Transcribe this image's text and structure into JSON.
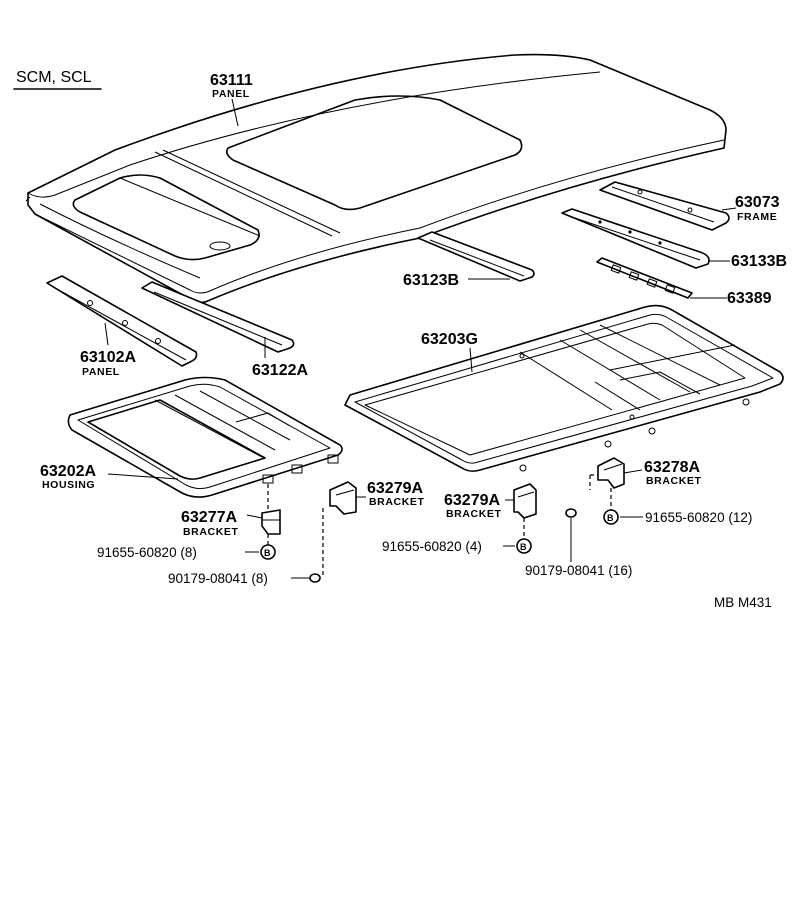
{
  "header": {
    "models": "SCM, SCL"
  },
  "footer": {
    "ref": "MB  M431"
  },
  "parts": {
    "roof_panel": {
      "no": "63111",
      "name": "PANEL"
    },
    "roof_frame": {
      "no": "63073",
      "name": "FRAME"
    },
    "rail_b": {
      "no": "63133B"
    },
    "seal_63389": {
      "no": "63389"
    },
    "rail_63123b": {
      "no": "63123B"
    },
    "panel_63102a": {
      "no": "63102A",
      "name": "PANEL"
    },
    "rail_63122a": {
      "no": "63122A"
    },
    "frame_63203g": {
      "no": "63203G"
    },
    "housing": {
      "no": "63202A",
      "name": "HOUSING"
    },
    "bracket_63277a": {
      "no": "63277A",
      "name": "BRACKET"
    },
    "bracket_63279a_left": {
      "no": "63279A",
      "name": "BRACKET"
    },
    "bracket_63279a_right": {
      "no": "63279A",
      "name": "BRACKET"
    },
    "bracket_63278a": {
      "no": "63278A",
      "name": "BRACKET"
    },
    "bolt_left": {
      "text": "91655-60820 (8)"
    },
    "nut_left": {
      "text": "90179-08041 (8)"
    },
    "bolt_mid": {
      "text": "91655-60820 (4)"
    },
    "nut_right": {
      "text": "90179-08041 (16)"
    },
    "bolt_right": {
      "text": "91655-60820 (12)"
    },
    "bolt_symbol": "B"
  }
}
